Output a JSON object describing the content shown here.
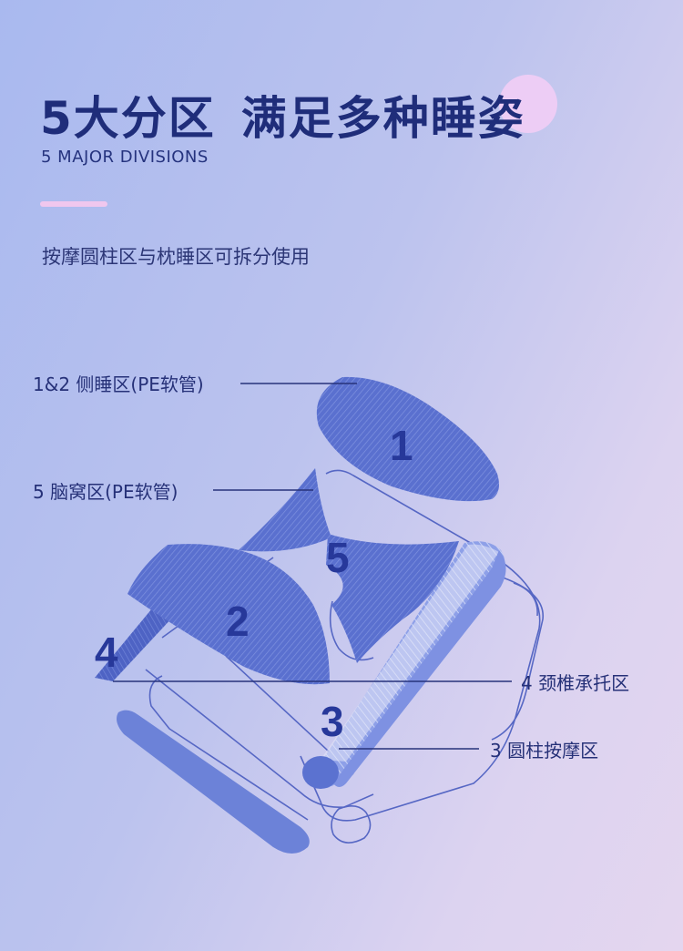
{
  "header": {
    "title_part1": "5大分区",
    "title_part2": "满足多种睡姿",
    "subtitle": "5 MAJOR DIVISIONS",
    "description": "按摩圆柱区与枕睡区可拆分使用"
  },
  "diagram": {
    "zone_numbers": [
      "1",
      "2",
      "3",
      "4",
      "5"
    ],
    "callouts": {
      "side_sleep": "1&2 侧睡区(PE软管)",
      "occipital": "5 脑窝区(PE软管)",
      "neck_support": "4 颈椎承托区",
      "cylinder_massage": "3 圆柱按摩区"
    }
  },
  "colors": {
    "title": "#1f2d7a",
    "zone_fill": "#5b72d0",
    "outline": "#5667c4",
    "number": "#27389a",
    "accent": "#f0c7ee"
  }
}
